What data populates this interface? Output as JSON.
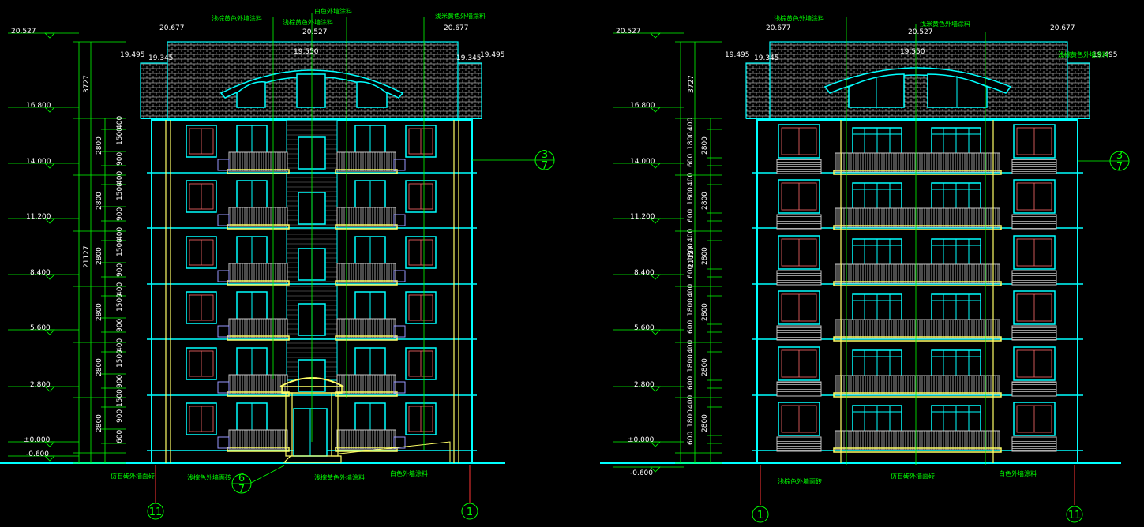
{
  "drawing": {
    "colors": {
      "background": "#000000",
      "wall": "#00ffff",
      "window": "#00ffff",
      "glass_frame": "#ff6b6b",
      "balcony": "#ffff66",
      "railing": "#c8c8c8",
      "dimension": "#00ff00",
      "text": "#ffffff",
      "roof_tile": "#b0b0b0",
      "ground": "#00ffff",
      "axis": "#00ff00"
    },
    "left_elevation": {
      "levels": [
        "20.527",
        "16.800",
        "14.000",
        "11.200",
        "8.400",
        "5.600",
        "2.800",
        "±0.000",
        "-0.600"
      ],
      "top_levels": [
        "20.677",
        "20.527",
        "20.677",
        "19.495",
        "19.345",
        "19.550",
        "19.345",
        "19.495"
      ],
      "dim_total": "21127",
      "dim_roof": "3727",
      "dim_floor": "2800",
      "dim_parts": [
        "400",
        "1500",
        "900",
        "400",
        "1500",
        "900",
        "400",
        "1500",
        "900",
        "400",
        "1500",
        "900",
        "400",
        "1500",
        "900",
        "1500",
        "900",
        "600"
      ],
      "notes": {
        "top1": "浅棕黄色外墙涂料",
        "top2": "白色外墙涂料",
        "top3": "浅棕黄色外墙涂料",
        "top4": "浅米黄色外墙涂料",
        "bottom1": "仿石砖外墙面砖",
        "bottom2": "浅棕色外墙面砖",
        "bottom3": "浅棕黄色外墙涂料",
        "bottom4": "白色外墙涂料"
      },
      "axes": [
        "11",
        "1"
      ],
      "detail_callout": [
        "3",
        "7"
      ],
      "entrance_callout": [
        "6",
        "7"
      ]
    },
    "right_elevation": {
      "levels": [
        "20.527",
        "16.800",
        "14.000",
        "11.200",
        "8.400",
        "5.600",
        "2.800",
        "±0.000",
        "-0.600"
      ],
      "top_levels": [
        "20.677",
        "20.527",
        "20.677",
        "19.495",
        "19.345",
        "19.550",
        "19.495"
      ],
      "dim_total": "21127",
      "dim_roof": "3727",
      "dim_floor": "2800",
      "dim_parts": [
        "400",
        "1800",
        "600",
        "400",
        "1800",
        "600",
        "400",
        "1800",
        "600",
        "400",
        "1800",
        "600",
        "400",
        "1800",
        "600",
        "400",
        "1800",
        "600"
      ],
      "notes": {
        "top1": "浅棕黄色外墙涂料",
        "top2": "浅米黄色外墙涂料",
        "top3": "浅棕黄色外墙涂料",
        "bottom1": "浅棕色外墙面砖",
        "bottom2": "仿石砖外墙面砖",
        "bottom3": "白色外墙涂料"
      },
      "axes": [
        "1",
        "11"
      ],
      "detail_callout": [
        "3",
        "7"
      ]
    }
  }
}
